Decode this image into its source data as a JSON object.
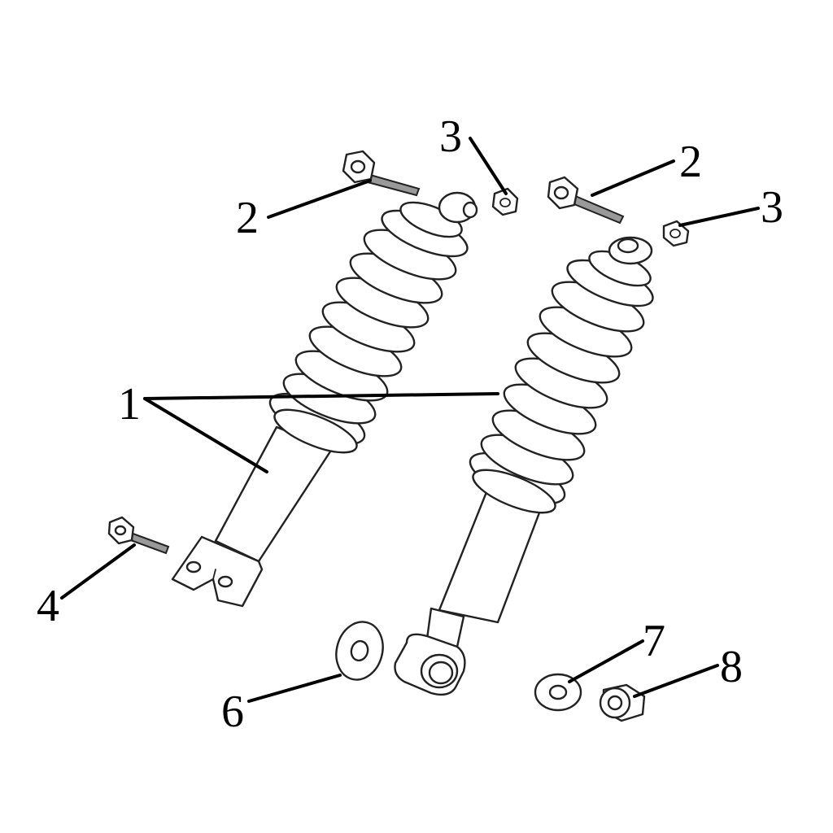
{
  "callouts": {
    "c1": "1",
    "c2a": "2",
    "c2b": "2",
    "c3a": "3",
    "c3b": "3",
    "c4": "4",
    "c6": "6",
    "c7": "7",
    "c8": "8"
  },
  "colors": {
    "line": "#222222",
    "background": "#ffffff"
  }
}
